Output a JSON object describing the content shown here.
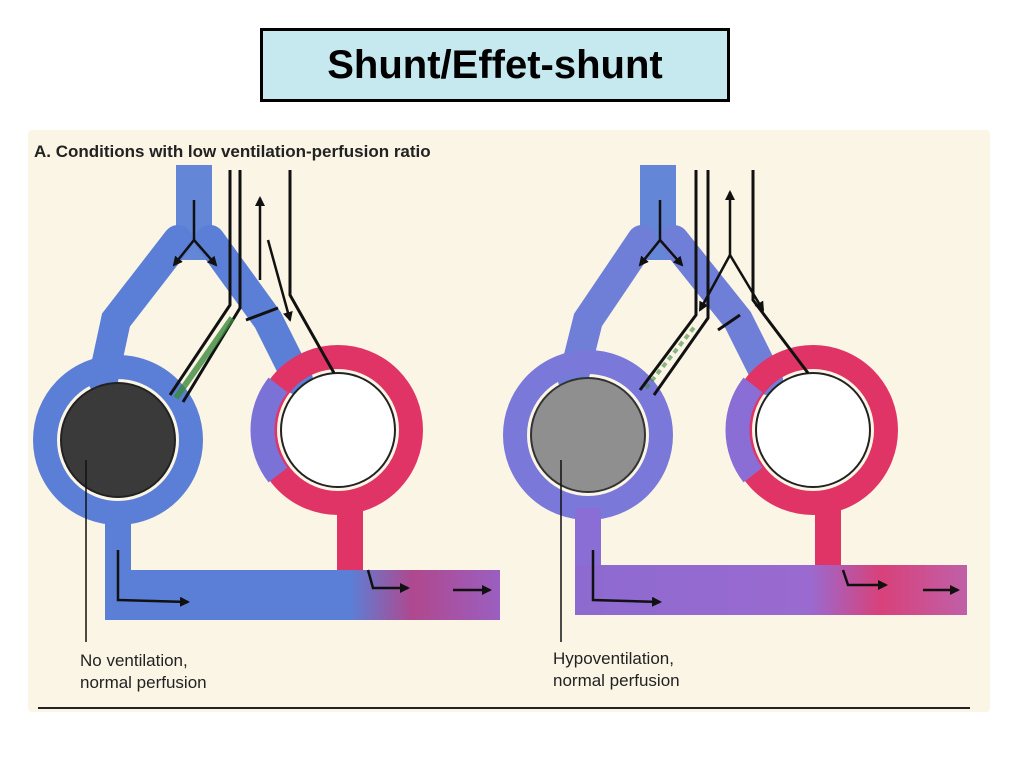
{
  "slide": {
    "title": "Shunt/Effet-shunt"
  },
  "figure": {
    "heading": "A. Conditions with low ventilation-perfusion ratio",
    "colors": {
      "venous": "#5b7fd6",
      "arterial": "#e03466",
      "mixed": "#9a5fc0",
      "no_ventilation_alveolus": "#3a3a3a",
      "hypoventilation_alveolus": "#8f8f8f",
      "paper": "#fbf5e6"
    },
    "panels": [
      {
        "caption_line1": "No ventilation,",
        "caption_line2": "normal perfusion"
      },
      {
        "caption_line1": "Hypoventilation,",
        "caption_line2": "normal perfusion"
      }
    ]
  }
}
